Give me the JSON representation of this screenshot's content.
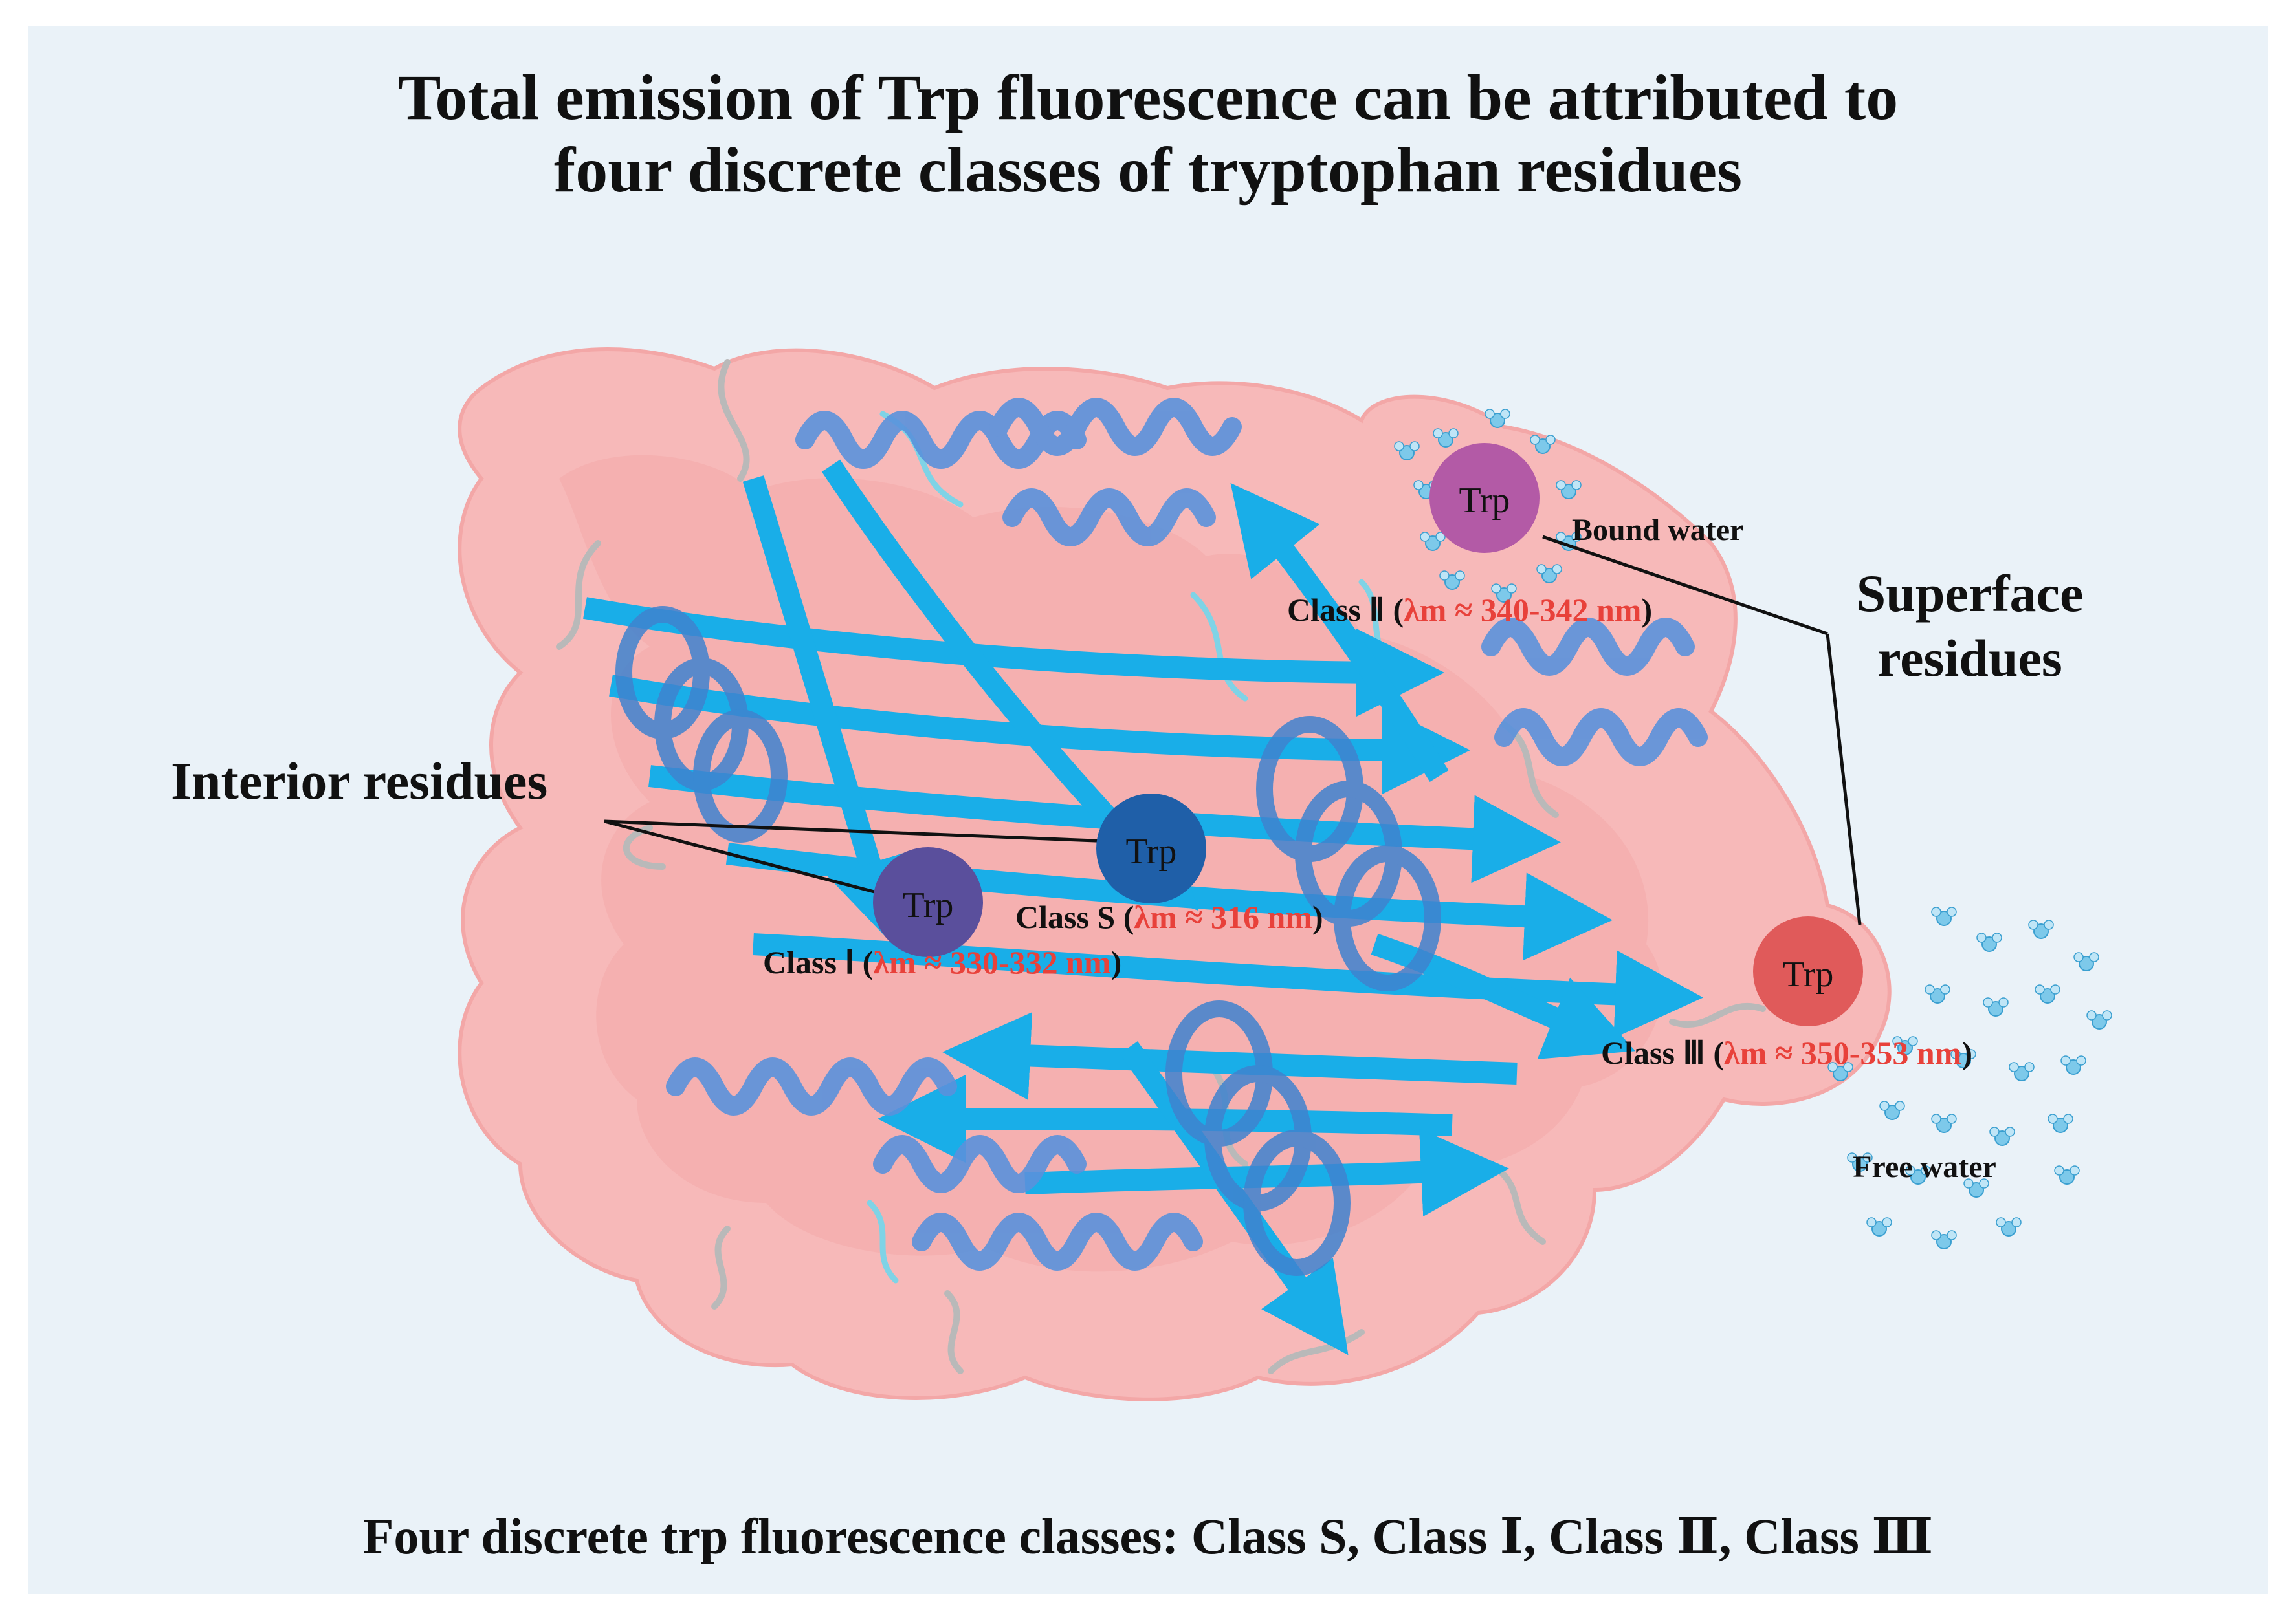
{
  "title": {
    "line1": "Total emission of Trp fluorescence can be attributed to",
    "line2": "four discrete classes of tryptophan residues"
  },
  "footer": "Four discrete trp fluorescence classes: Class S, Class Ⅰ,  Class Ⅱ, Class Ⅲ",
  "colors": {
    "background": "#eaf2f8",
    "protein_surface": "#f7b9b9",
    "strand": "#19aee8",
    "helix": "#5a92dc",
    "lambda_red": "#e8413a",
    "trp_class_s": "#1f5fa8",
    "trp_class_1": "#5a4f9c",
    "trp_class_2": "#b35aa6",
    "trp_class_3": "#e05a5a"
  },
  "residues": [
    {
      "id": "class-s",
      "label": "Trp",
      "class_text": "Class S ",
      "lambda_text": "λm ≈ 316 nm"
    },
    {
      "id": "class-1",
      "label": "Trp",
      "class_text": "Class Ⅰ ",
      "lambda_text": "λm ≈ 330-332 nm"
    },
    {
      "id": "class-2",
      "label": "Trp",
      "class_text": "Class Ⅱ ",
      "lambda_text": "λm ≈ 340-342 nm"
    },
    {
      "id": "class-3",
      "label": "Trp",
      "class_text": "Class Ⅲ ",
      "lambda_text": "λm ≈ 350-353 nm"
    }
  ],
  "annotations": {
    "interior": "Interior residues",
    "surface_line1": "Superface",
    "surface_line2": "residues",
    "bound_water": "Bound water",
    "free_water": "Free water"
  },
  "water_molecule_atoms": {
    "oxygen": "O",
    "hydrogen": "H"
  }
}
